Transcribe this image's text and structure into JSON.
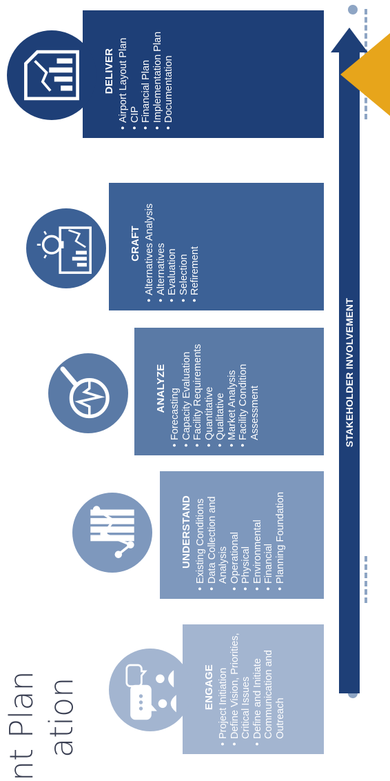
{
  "title": {
    "line1": "nt Plan",
    "line2": "ation"
  },
  "stages": [
    {
      "key": "engage",
      "title": "ENGAGE",
      "icon": "chat-people-icon",
      "items": [
        "Project Initiation",
        "Define Vision, Priorities, Critical Issues",
        "Define and Initiate Communication and Outreach"
      ]
    },
    {
      "key": "understand",
      "title": "UNDERSTAND",
      "icon": "bar-line-chart-icon",
      "items": [
        "Existing Conditions",
        "Data Collection and Analysis",
        "Operational",
        "Physical",
        "Environmental",
        "Financial",
        "Planning Foundation"
      ]
    },
    {
      "key": "analyze",
      "title": "ANALYZE",
      "icon": "magnifier-pulse-icon",
      "items": [
        "Forecasting",
        "Capacity Evaluation",
        "Facility Requirements",
        "Quantitative",
        "Qualitative",
        "Market Analysis",
        "Facility Condition Assessment"
      ]
    },
    {
      "key": "craft",
      "title": "CRAFT",
      "icon": "lightbulb-chart-icon",
      "items": [
        "Alternatives Analysis",
        "Alternatives",
        "Evaluation",
        "Selection",
        "Refirement"
      ]
    },
    {
      "key": "deliver",
      "title": "DELIVER",
      "icon": "document-chart-icon",
      "items": [
        "Airport Layout Plan",
        "CIP",
        "Financial Plan",
        "Implementation Plan",
        "Documentation"
      ]
    }
  ],
  "stakeholder_label": "STAKEHOLDER INVOLVEMENT",
  "colors": {
    "engage": "#a3b5d0",
    "understand": "#7e98bd",
    "analyze": "#5a7aa6",
    "craft": "#3c6196",
    "deliver": "#1e3f77",
    "dashed": "#8ea5c4",
    "marker": "#e7a51b"
  }
}
